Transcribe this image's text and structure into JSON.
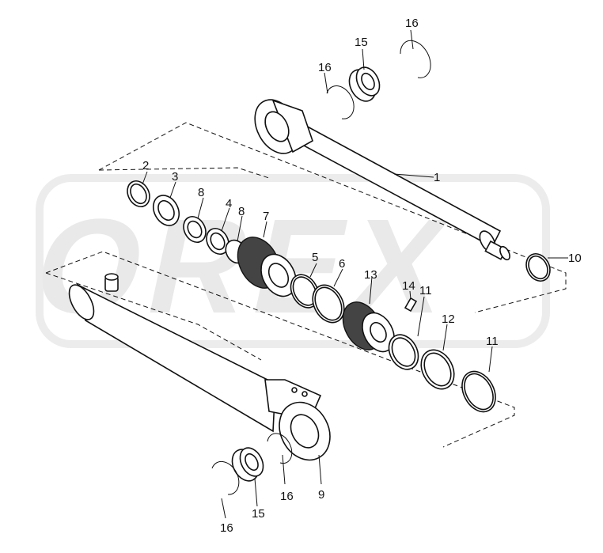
{
  "diagram": {
    "watermark_text": "OREX",
    "part_labels": [
      {
        "id": "l1",
        "text": "1"
      },
      {
        "id": "l2",
        "text": "2"
      },
      {
        "id": "l3",
        "text": "3"
      },
      {
        "id": "l4",
        "text": "4"
      },
      {
        "id": "l5",
        "text": "5"
      },
      {
        "id": "l6",
        "text": "6"
      },
      {
        "id": "l7",
        "text": "7"
      },
      {
        "id": "l8a",
        "text": "8"
      },
      {
        "id": "l8b",
        "text": "8"
      },
      {
        "id": "l9",
        "text": "9"
      },
      {
        "id": "l10",
        "text": "10"
      },
      {
        "id": "l11a",
        "text": "11"
      },
      {
        "id": "l11b",
        "text": "11"
      },
      {
        "id": "l12",
        "text": "12"
      },
      {
        "id": "l13",
        "text": "13"
      },
      {
        "id": "l14",
        "text": "14"
      },
      {
        "id": "l15a",
        "text": "15"
      },
      {
        "id": "l15b",
        "text": "15"
      },
      {
        "id": "l16a",
        "text": "16"
      },
      {
        "id": "l16b",
        "text": "16"
      },
      {
        "id": "l16c",
        "text": "16"
      },
      {
        "id": "l16d",
        "text": "16"
      }
    ]
  }
}
